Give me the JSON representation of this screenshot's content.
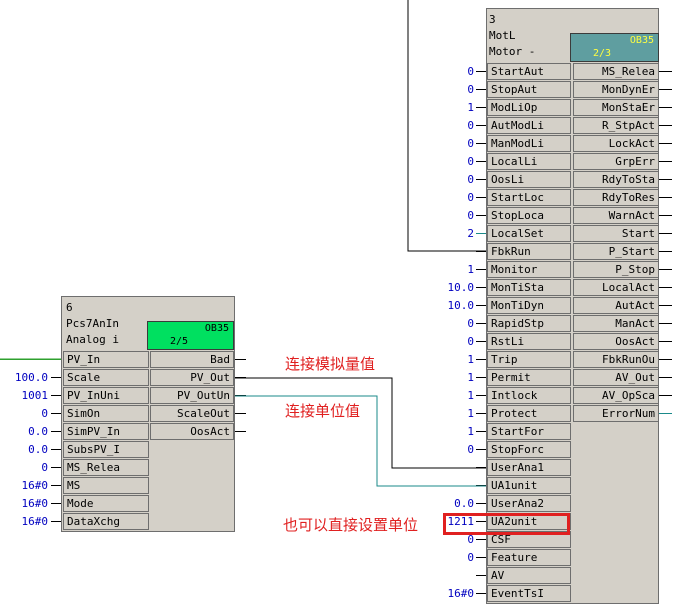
{
  "colors": {
    "wire_black": "#000000",
    "wire_teal": "#1a8a8a",
    "wire_green": "#2ea02e",
    "value_text": "#0000c0",
    "annotation": "#e02020",
    "ob_teal": "#5f9ea0",
    "ob_green": "#00e060"
  },
  "left_block": {
    "number": "6",
    "type": "Pcs7AnIn",
    "comment": "Analog i",
    "ob_label": "OB35",
    "ob_seq": "2/5",
    "inputs": [
      {
        "name": "PV_In",
        "value": ""
      },
      {
        "name": "Scale",
        "value": "100.0"
      },
      {
        "name": "PV_InUni",
        "value": "1001"
      },
      {
        "name": "SimOn",
        "value": "0"
      },
      {
        "name": "SimPV_In",
        "value": "0.0"
      },
      {
        "name": "SubsPV_I",
        "value": "0.0"
      },
      {
        "name": "MS_Relea",
        "value": "0"
      },
      {
        "name": "MS",
        "value": "16#0"
      },
      {
        "name": "Mode",
        "value": "16#0"
      },
      {
        "name": "DataXchg",
        "value": "16#0"
      }
    ],
    "outputs": [
      "Bad",
      "PV_Out",
      "PV_OutUn",
      "ScaleOut",
      "OosAct"
    ]
  },
  "right_block": {
    "number": "3",
    "type": "MotL",
    "comment": "Motor -",
    "ob_label": "OB35",
    "ob_seq": "2/3",
    "inputs": [
      {
        "name": "StartAut",
        "value": "0"
      },
      {
        "name": "StopAut",
        "value": "0"
      },
      {
        "name": "ModLiOp",
        "value": "1"
      },
      {
        "name": "AutModLi",
        "value": "0"
      },
      {
        "name": "ManModLi",
        "value": "0"
      },
      {
        "name": "LocalLi",
        "value": "0"
      },
      {
        "name": "OosLi",
        "value": "0"
      },
      {
        "name": "StartLoc",
        "value": "0"
      },
      {
        "name": "StopLoca",
        "value": "0"
      },
      {
        "name": "LocalSet",
        "value": "2"
      },
      {
        "name": "FbkRun",
        "value": ""
      },
      {
        "name": "Monitor",
        "value": "1"
      },
      {
        "name": "MonTiSta",
        "value": "10.0"
      },
      {
        "name": "MonTiDyn",
        "value": "10.0"
      },
      {
        "name": "RapidStp",
        "value": "0"
      },
      {
        "name": "RstLi",
        "value": "0"
      },
      {
        "name": "Trip",
        "value": "1"
      },
      {
        "name": "Permit",
        "value": "1"
      },
      {
        "name": "Intlock",
        "value": "1"
      },
      {
        "name": "Protect",
        "value": "1"
      },
      {
        "name": "StartFor",
        "value": "1"
      },
      {
        "name": "StopForc",
        "value": "0"
      },
      {
        "name": "UserAna1",
        "value": ""
      },
      {
        "name": "UA1unit",
        "value": ""
      },
      {
        "name": "UserAna2",
        "value": "0.0"
      },
      {
        "name": "UA2unit",
        "value": "1211"
      },
      {
        "name": "CSF",
        "value": "0"
      },
      {
        "name": "Feature",
        "value": "0"
      },
      {
        "name": "AV",
        "value": ""
      },
      {
        "name": "EventTsI",
        "value": "16#0"
      }
    ],
    "outputs": [
      "MS_Relea",
      "MonDynEr",
      "MonStaEr",
      "R_StpAct",
      "LockAct",
      "GrpErr",
      "RdyToSta",
      "RdyToRes",
      "WarnAct",
      "Start",
      "P_Start",
      "P_Stop",
      "LocalAct",
      "AutAct",
      "ManAct",
      "OosAct",
      "FbkRunOu",
      "AV_Out",
      "AV_OpSca",
      "ErrorNum"
    ]
  },
  "annotations": {
    "analog_link": "连接模拟量值",
    "unit_link": "连接单位值",
    "direct_unit": "也可以直接设置单位"
  }
}
